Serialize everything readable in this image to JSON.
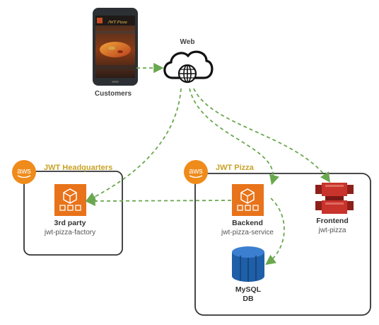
{
  "nodes": {
    "customers": {
      "label": "Customers"
    },
    "web": {
      "label": "Web"
    },
    "phone_app": {
      "title": "JWT Pizza"
    },
    "third_party": {
      "title": "3rd party",
      "subtitle": "jwt-pizza-factory"
    },
    "backend": {
      "title": "Backend",
      "subtitle": "jwt-pizza-service"
    },
    "frontend": {
      "title": "Frontend",
      "subtitle": "jwt-pizza"
    },
    "mysql": {
      "title_line1": "MySQL",
      "title_line2": "DB"
    }
  },
  "groups": {
    "headquarters": {
      "label": "JWT Headquarters",
      "badge": "aws"
    },
    "pizza": {
      "label": "JWT Pizza",
      "badge": "aws"
    }
  },
  "colors": {
    "arrow": "#6aa84f",
    "group_label": "#c9a227",
    "aws_orange": "#ef8b1b",
    "aws_icon": "#e8731a",
    "frontend_red": "#c8332c",
    "db_blue": "#1f5fa8"
  }
}
